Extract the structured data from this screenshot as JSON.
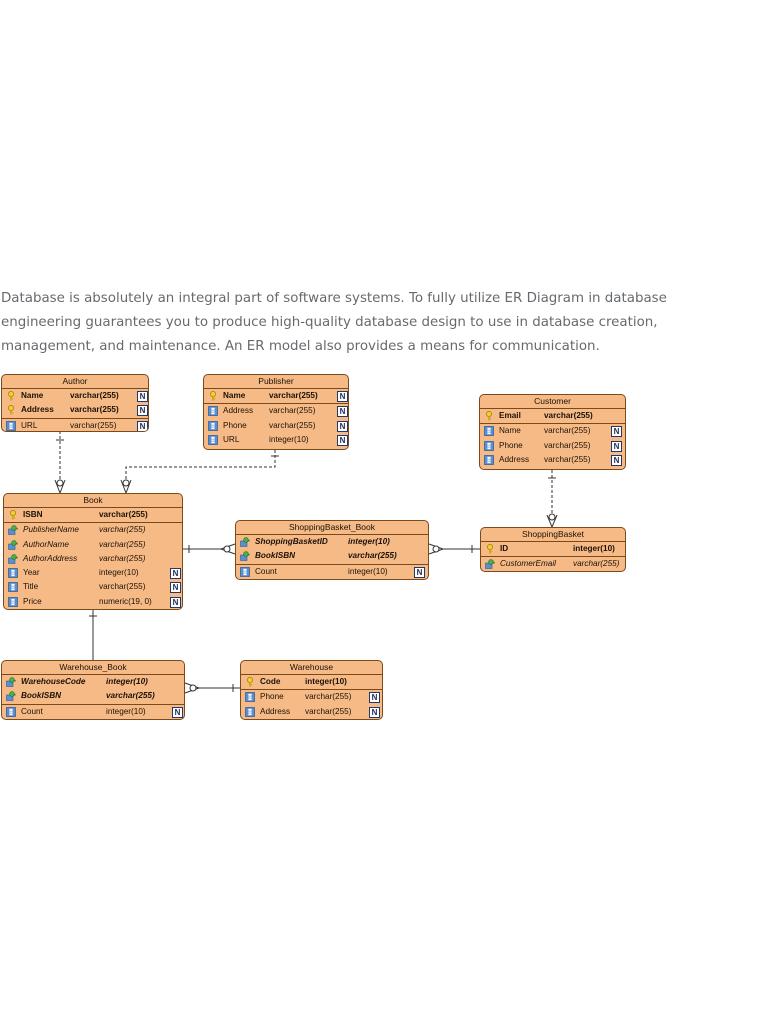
{
  "intro": {
    "text": "Database is absolutely an integral part of software systems. To fully utilize ER Diagram in database engineering guarantees you to produce high-quality database design to use in database creation, management, and maintenance. An ER model also provides a means for communication."
  },
  "colors": {
    "entity_fill": "#f6ba86",
    "entity_border": "#7a4a1c",
    "line": "#333333",
    "text": "#666a6e"
  },
  "icons": {
    "primary_key": "key-icon",
    "foreign_key": "foreign-key-icon",
    "column": "column-icon",
    "nullable": "nullable-icon"
  },
  "entities": {
    "author": {
      "name": "Author",
      "columns": [
        {
          "name": "Name",
          "type": "varchar(255)",
          "null_mark": "N"
        },
        {
          "name": "Address",
          "type": "varchar(255)",
          "null_mark": "N"
        },
        {
          "name": "URL",
          "type": "varchar(255)",
          "null_mark": "N"
        }
      ]
    },
    "publisher": {
      "name": "Publisher",
      "columns": [
        {
          "name": "Name",
          "type": "varchar(255)",
          "null_mark": "N"
        },
        {
          "name": "Address",
          "type": "varchar(255)",
          "null_mark": "N"
        },
        {
          "name": "Phone",
          "type": "varchar(255)",
          "null_mark": "N"
        },
        {
          "name": "URL",
          "type": "integer(10)",
          "null_mark": "N"
        }
      ]
    },
    "customer": {
      "name": "Customer",
      "columns": [
        {
          "name": "Email",
          "type": "varchar(255)"
        },
        {
          "name": "Name",
          "type": "varchar(255)",
          "null_mark": "N"
        },
        {
          "name": "Phone",
          "type": "varchar(255)",
          "null_mark": "N"
        },
        {
          "name": "Address",
          "type": "varchar(255)",
          "null_mark": "N"
        }
      ]
    },
    "book": {
      "name": "Book",
      "columns": [
        {
          "name": "ISBN",
          "type": "varchar(255)"
        },
        {
          "name": "PublisherName",
          "type": "varchar(255)"
        },
        {
          "name": "AuthorName",
          "type": "varchar(255)"
        },
        {
          "name": "AuthorAddress",
          "type": "varchar(255)"
        },
        {
          "name": "Year",
          "type": "integer(10)",
          "null_mark": "N"
        },
        {
          "name": "Title",
          "type": "varchar(255)",
          "null_mark": "N"
        },
        {
          "name": "Price",
          "type": "numeric(19, 0)",
          "null_mark": "N"
        }
      ]
    },
    "shopping_basket_book": {
      "name": "ShoppingBasket_Book",
      "columns": [
        {
          "name": "ShoppingBasketID",
          "type": "integer(10)"
        },
        {
          "name": "BookISBN",
          "type": "varchar(255)"
        },
        {
          "name": "Count",
          "type": "integer(10)",
          "null_mark": "N"
        }
      ]
    },
    "shopping_basket": {
      "name": "ShoppingBasket",
      "columns": [
        {
          "name": "ID",
          "type": "integer(10)"
        },
        {
          "name": "CustomerEmail",
          "type": "varchar(255)"
        }
      ]
    },
    "warehouse_book": {
      "name": "Warehouse_Book",
      "columns": [
        {
          "name": "WarehouseCode",
          "type": "integer(10)"
        },
        {
          "name": "BookISBN",
          "type": "varchar(255)"
        },
        {
          "name": "Count",
          "type": "integer(10)",
          "null_mark": "N"
        }
      ]
    },
    "warehouse": {
      "name": "Warehouse",
      "columns": [
        {
          "name": "Code",
          "type": "integer(10)"
        },
        {
          "name": "Phone",
          "type": "varchar(255)",
          "null_mark": "N"
        },
        {
          "name": "Address",
          "type": "varchar(255)",
          "null_mark": "N"
        }
      ]
    }
  }
}
